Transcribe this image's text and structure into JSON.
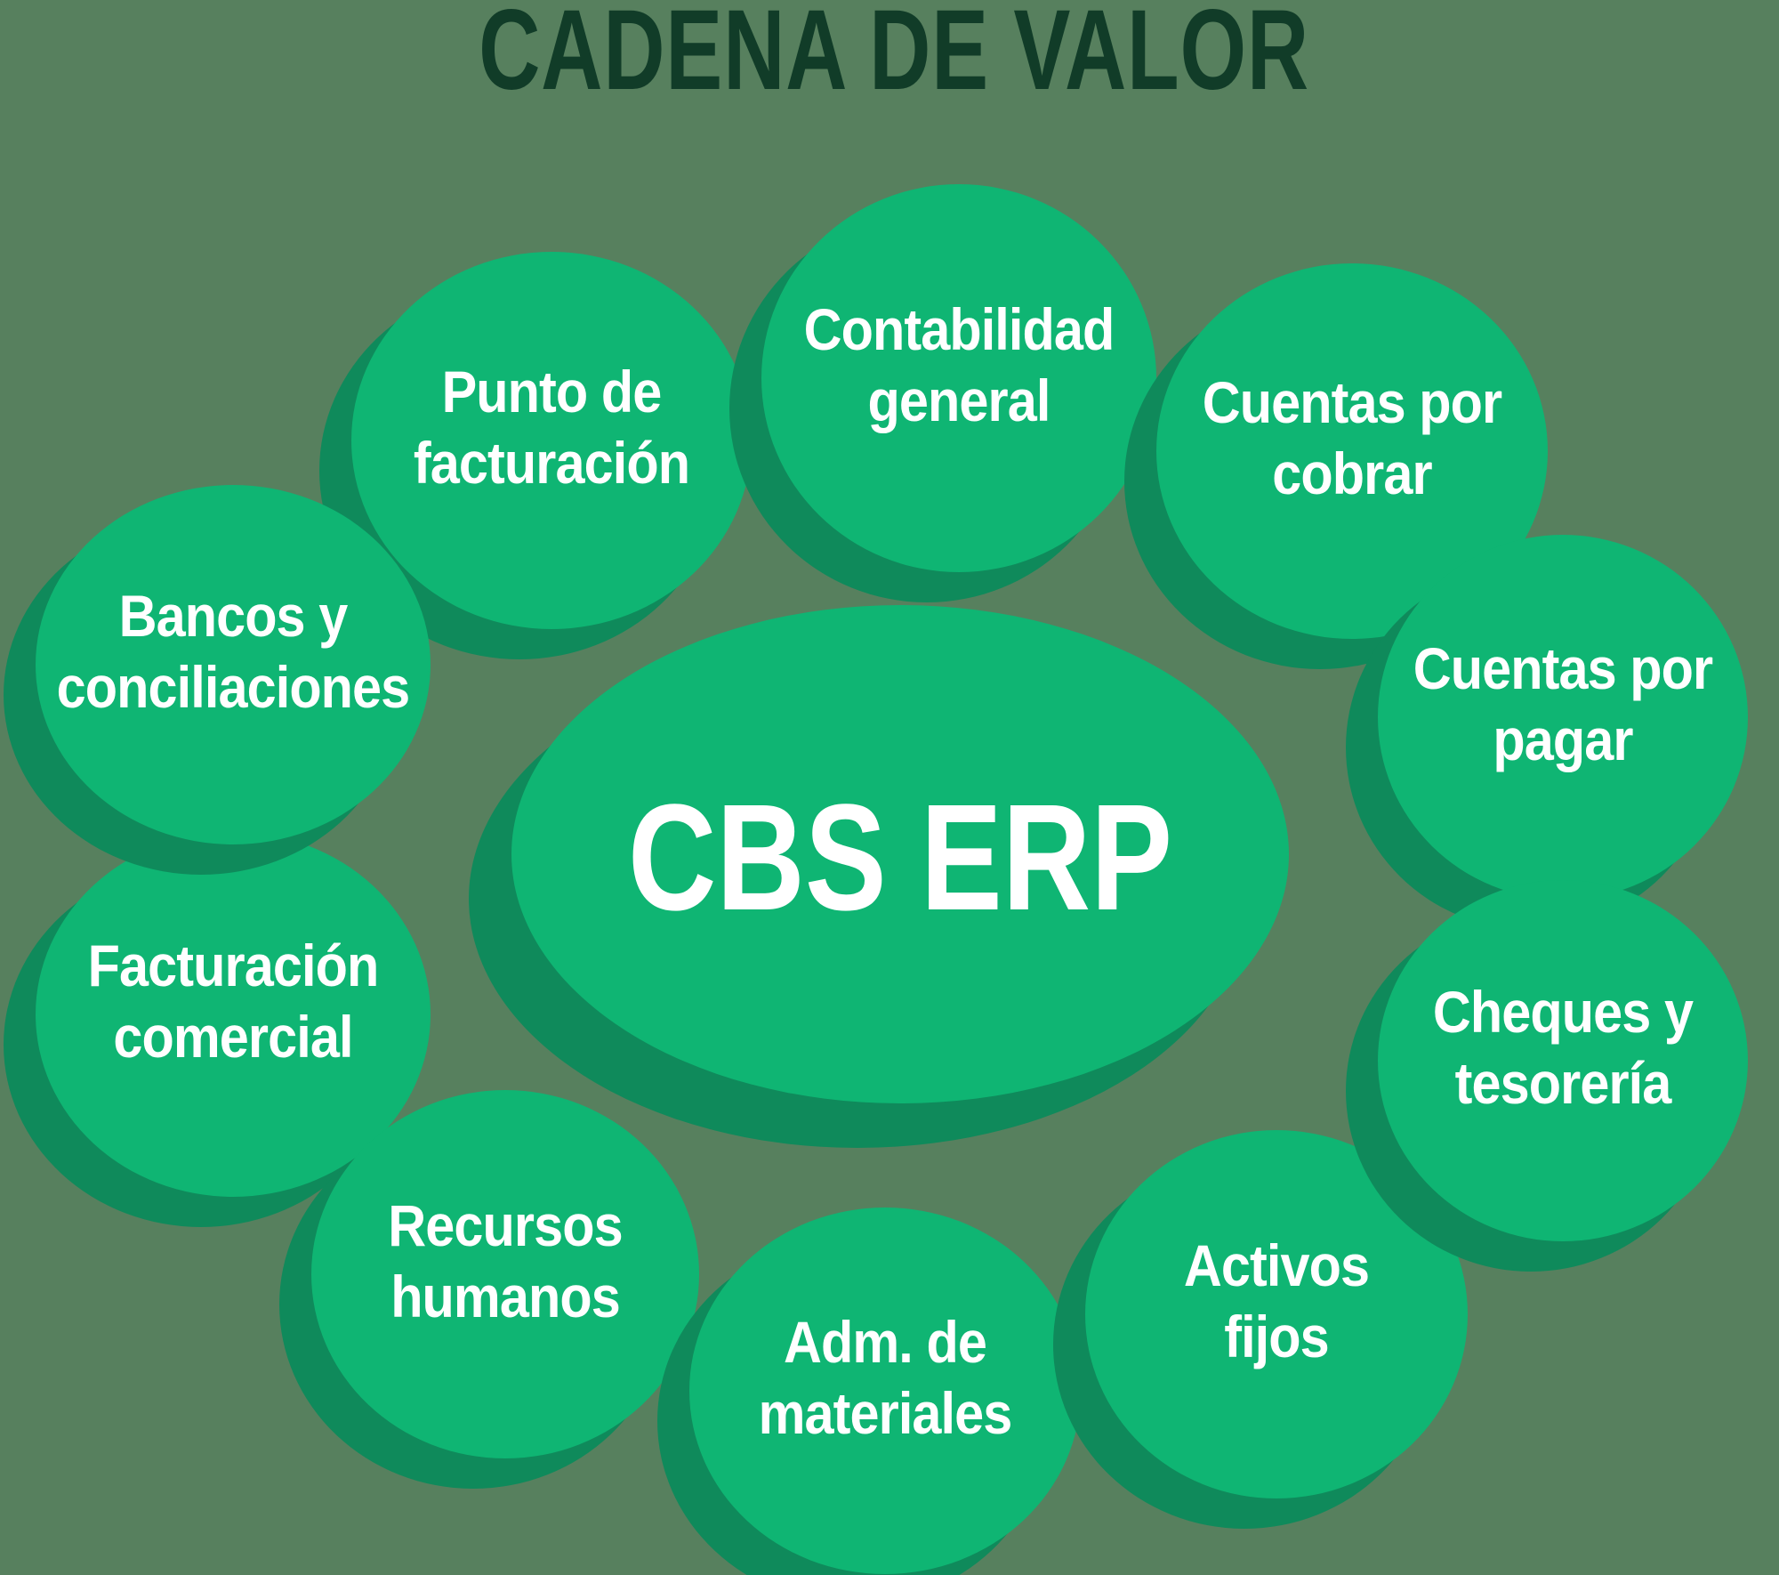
{
  "title": "CADENA DE VALOR",
  "colors": {
    "background": "#57805E",
    "bubble": "#0FB573",
    "bubble_shadow": "#0F8A5B",
    "title_text": "#113C28",
    "bubble_text": "#FFFFFF"
  },
  "center": {
    "label": "CBS ERP"
  },
  "bubbles": [
    {
      "id": "punto-de-facturacion",
      "lines": [
        "Punto de",
        "facturación"
      ]
    },
    {
      "id": "contabilidad-general",
      "lines": [
        "Contabilidad",
        "general"
      ]
    },
    {
      "id": "cuentas-por-cobrar",
      "lines": [
        "Cuentas por",
        "cobrar"
      ]
    },
    {
      "id": "cuentas-por-pagar",
      "lines": [
        "Cuentas por",
        "pagar"
      ]
    },
    {
      "id": "cheques-y-tesoreria",
      "lines": [
        "Cheques y",
        "tesorería"
      ]
    },
    {
      "id": "activos-fijos",
      "lines": [
        "Activos",
        "fijos"
      ]
    },
    {
      "id": "adm-de-materiales",
      "lines": [
        "Adm. de",
        "materiales"
      ]
    },
    {
      "id": "recursos-humanos",
      "lines": [
        "Recursos",
        "humanos"
      ]
    },
    {
      "id": "facturacion-comercial",
      "lines": [
        "Facturación",
        "comercial"
      ]
    },
    {
      "id": "bancos-y-conciliaciones",
      "lines": [
        "Bancos y",
        "conciliaciones"
      ]
    }
  ]
}
